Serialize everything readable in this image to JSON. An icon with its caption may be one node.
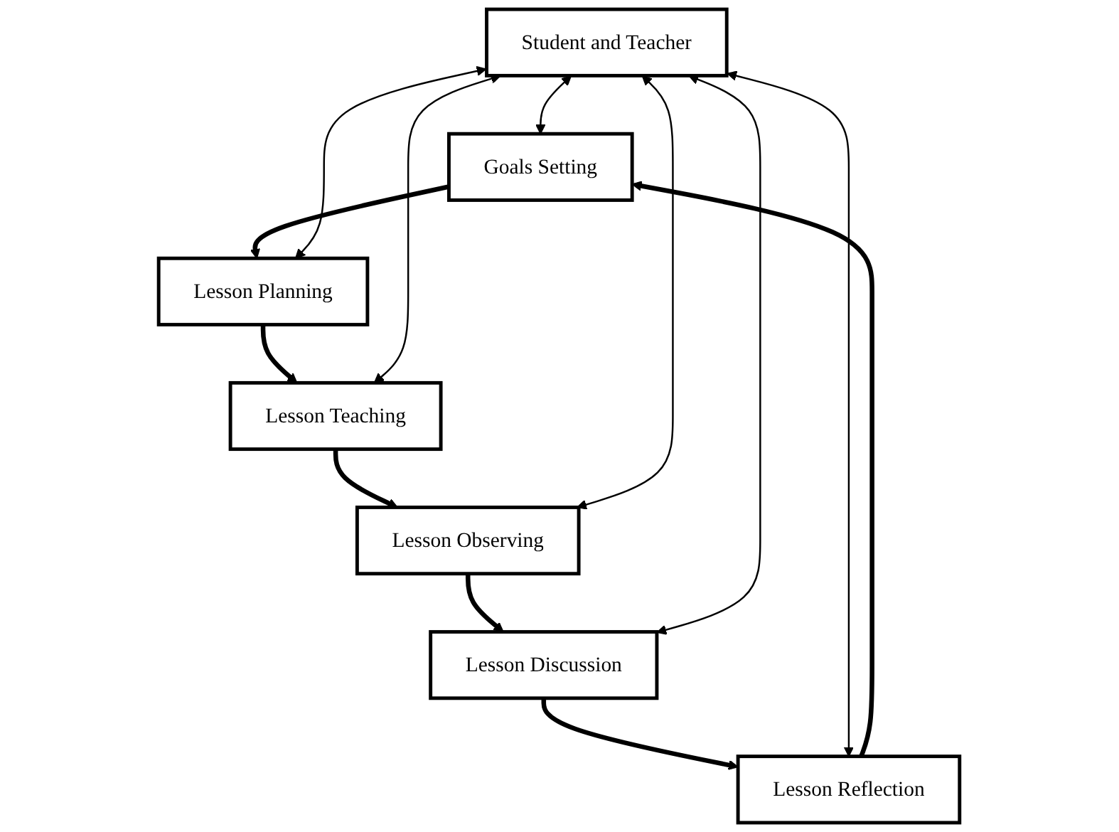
{
  "diagram": {
    "nodes": [
      {
        "text": [
          "Goals Setting"
        ]
      },
      {
        "text": [
          "Lesson Reflection"
        ]
      },
      {
        "text": [
          "Lesson Planning"
        ]
      },
      {
        "text": [
          "Student and Teacher"
        ]
      },
      {
        "text": [
          "Lesson Discussion"
        ]
      },
      {
        "text": [
          "Lesson Teaching"
        ]
      },
      {
        "text": [
          "Lesson Observing"
        ]
      }
    ],
    "edges": [
      {
        "from": 0,
        "to": 2,
        "arrow": "to",
        "style": "thick"
      },
      {
        "from": 2,
        "to": 5,
        "arrow": "to",
        "style": "thick"
      },
      {
        "from": 5,
        "to": 6,
        "arrow": "to",
        "style": "thick"
      },
      {
        "from": 6,
        "to": 4,
        "arrow": "to",
        "style": "thick"
      },
      {
        "from": 4,
        "to": 1,
        "arrow": "to",
        "style": "thick"
      },
      {
        "from": 1,
        "to": 0,
        "arrow": "to",
        "style": "thick"
      },
      {
        "from": 3,
        "to": 0,
        "arrow": "both"
      },
      {
        "from": 3,
        "to": 1,
        "arrow": "both"
      },
      {
        "from": 3,
        "to": 2,
        "arrow": "both"
      },
      {
        "from": 3,
        "to": 4,
        "arrow": "both"
      },
      {
        "from": 3,
        "to": 5,
        "arrow": "both"
      },
      {
        "from": 3,
        "to": 6,
        "arrow": "both"
      }
    ]
  }
}
